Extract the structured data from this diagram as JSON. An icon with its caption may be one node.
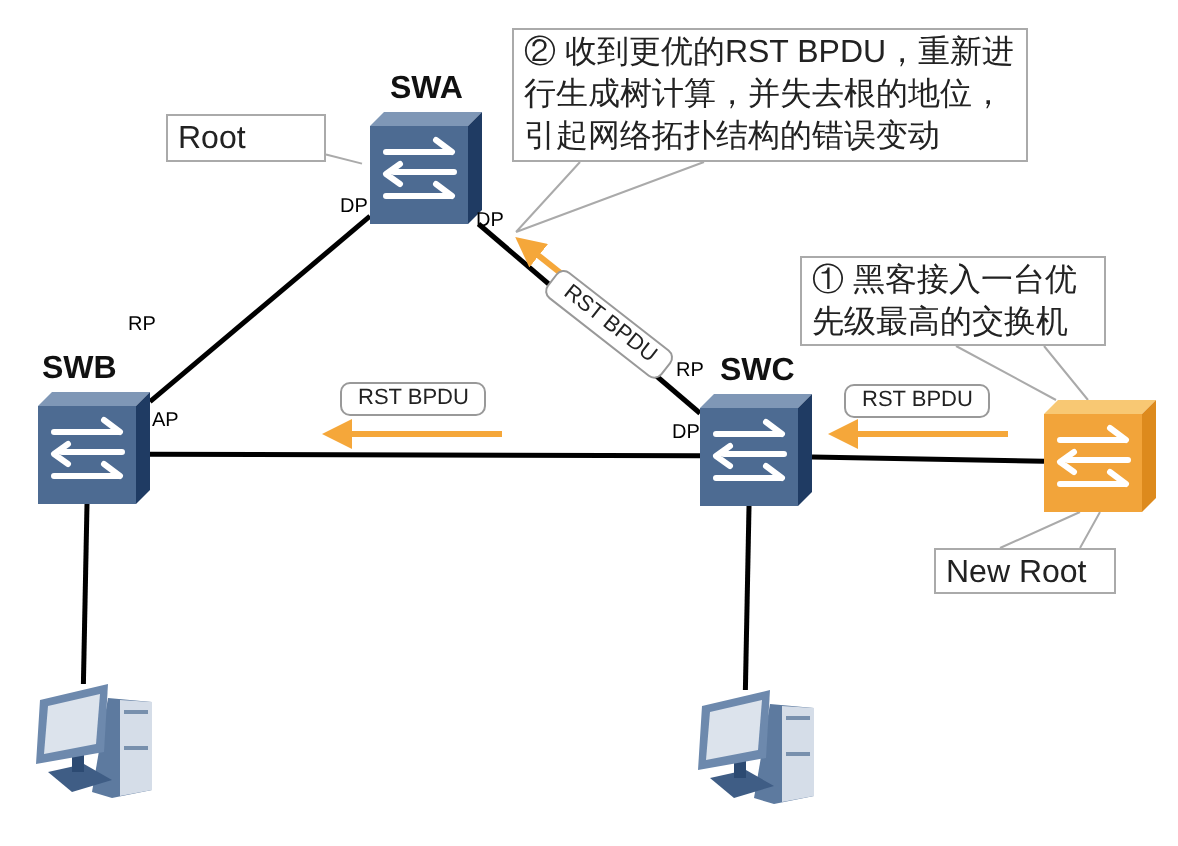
{
  "diagram": {
    "nodes": [
      {
        "text": [
          "SWA"
        ]
      },
      {
        "text": [
          "SWB"
        ]
      },
      {
        "text": [
          "SWC"
        ]
      },
      {
        "text": [],
        "shape": "box"
      },
      {
        "text": [],
        "shape": "computer"
      },
      {
        "text": [],
        "shape": "computer"
      },
      {
        "text": [
          "Root"
        ]
      },
      {
        "text": [
          "② 收到更优的RST BPDU，重新进行生成树计算，并失去根的地位，引起网络拓扑结构的错误变动"
        ]
      },
      {
        "text": [
          "① 黑客接入一台优先级最高的交换机"
        ]
      },
      {
        "text": [
          "New Root"
        ]
      }
    ],
    "edges": [
      {
        "from": 0,
        "to": 1,
        "arrow": "none"
      },
      {
        "from": 0,
        "to": 2,
        "arrow": "none"
      },
      {
        "from": 1,
        "to": 2,
        "arrow": "none"
      },
      {
        "from": 2,
        "to": 3,
        "arrow": "none"
      },
      {
        "from": 1,
        "to": 4,
        "arrow": "none"
      },
      {
        "from": 2,
        "to": 5,
        "arrow": "none"
      },
      {
        "from": 6,
        "to": 0,
        "arrow": "none",
        "color": "#aaaaaa"
      },
      {
        "from": 7,
        "to": null,
        "arrow": "none",
        "color": "#aaaaaa"
      },
      {
        "from": 8,
        "to": 3,
        "arrow": "none",
        "color": "#aaaaaa"
      },
      {
        "from": 9,
        "to": 3,
        "arrow": "none",
        "color": "#aaaaaa"
      }
    ],
    "labels": [
      "DP",
      "DP",
      "RST BPDU",
      "RP",
      "RP",
      "RST BPDU",
      "RST BPDU",
      "AP",
      "DP"
    ]
  }
}
